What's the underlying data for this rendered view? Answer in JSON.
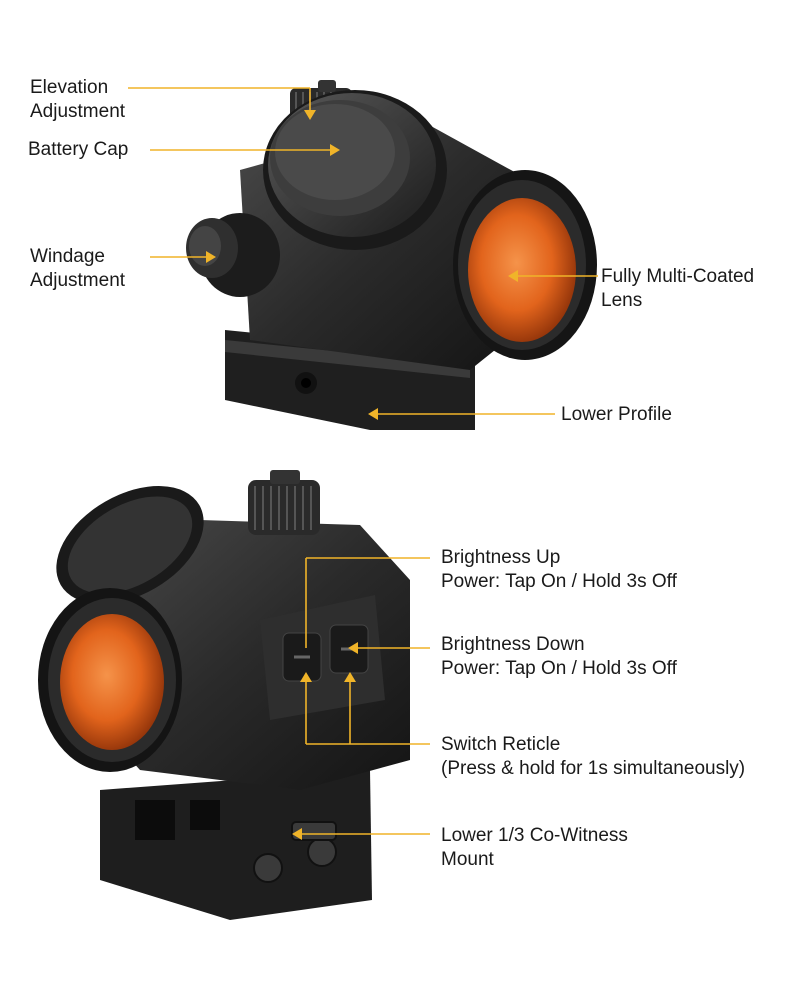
{
  "colors": {
    "callout": "#f0b429",
    "lens": "#e8641a",
    "body": "#2b2b2b"
  },
  "top_labels": {
    "elevation_line1": "Elevation",
    "elevation_line2": "Adjustment",
    "battery_cap": "Battery Cap",
    "windage_line1": "Windage",
    "windage_line2": "Adjustment",
    "lens_line1": "Fully Multi-Coated",
    "lens_line2": "Lens",
    "lower_profile": "Lower Profile"
  },
  "bottom_labels": {
    "brightness_up_line1": "Brightness Up",
    "brightness_up_line2": "Power: Tap On / Hold 3s Off",
    "brightness_down_line1": "Brightness Down",
    "brightness_down_line2": "Power: Tap On / Hold 3s Off",
    "switch_reticle_line1": "Switch Reticle",
    "switch_reticle_line2": "(Press & hold for 1s simultaneously)",
    "mount_line1": "Lower 1/3 Co-Witness",
    "mount_line2": "Mount"
  }
}
